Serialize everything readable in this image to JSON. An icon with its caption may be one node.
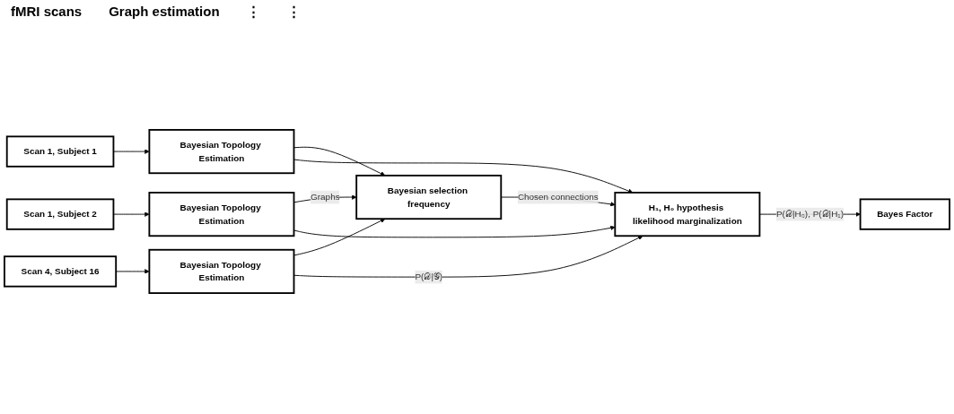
{
  "diagram": {
    "nodes": [
      {
        "text": [
          "Scan 1, Subject 1"
        ]
      },
      {
        "text": [
          "Bayesian Topology Estimation"
        ]
      },
      {
        "text": [
          "Scan 1, Subject 2"
        ]
      },
      {
        "text": [
          "Bayesian Topology Estimation"
        ]
      },
      {
        "text": [
          "Bayesian selection frequency"
        ]
      },
      {
        "text": [
          "H₁, H₀ hypothesis likelihood marginalization"
        ]
      },
      {
        "text": [
          "Scan 4, Subject 16"
        ]
      },
      {
        "text": [
          "Bayesian Topology Estimation"
        ]
      },
      {
        "text": [
          "Bayes Factor"
        ]
      }
    ],
    "edges": [
      {
        "from": 0,
        "to": 1,
        "arrow": "to"
      },
      {
        "from": 2,
        "to": 3,
        "arrow": "to"
      },
      {
        "from": 6,
        "to": 7,
        "arrow": "to"
      },
      {
        "from": 1,
        "to": 4,
        "arrow": "to"
      },
      {
        "from": 3,
        "to": 4,
        "label": "Graphs",
        "arrow": "to"
      },
      {
        "from": 7,
        "to": 4,
        "arrow": "to"
      },
      {
        "from": 1,
        "to": 5,
        "arrow": "to"
      },
      {
        "from": 3,
        "to": 5,
        "arrow": "to"
      },
      {
        "from": 7,
        "to": 5,
        "label": "P(𝒟|𝒢)",
        "arrow": "to"
      },
      {
        "from": 4,
        "to": 5,
        "label": "Chosen connections",
        "arrow": "to"
      },
      {
        "from": 5,
        "to": 8,
        "label": "P(𝒟|H₀), P(𝒟|H₁)",
        "arrow": "to"
      }
    ],
    "labels": [
      "fMRI scans",
      "Graph estimation",
      "⋮",
      "⋮"
    ]
  }
}
